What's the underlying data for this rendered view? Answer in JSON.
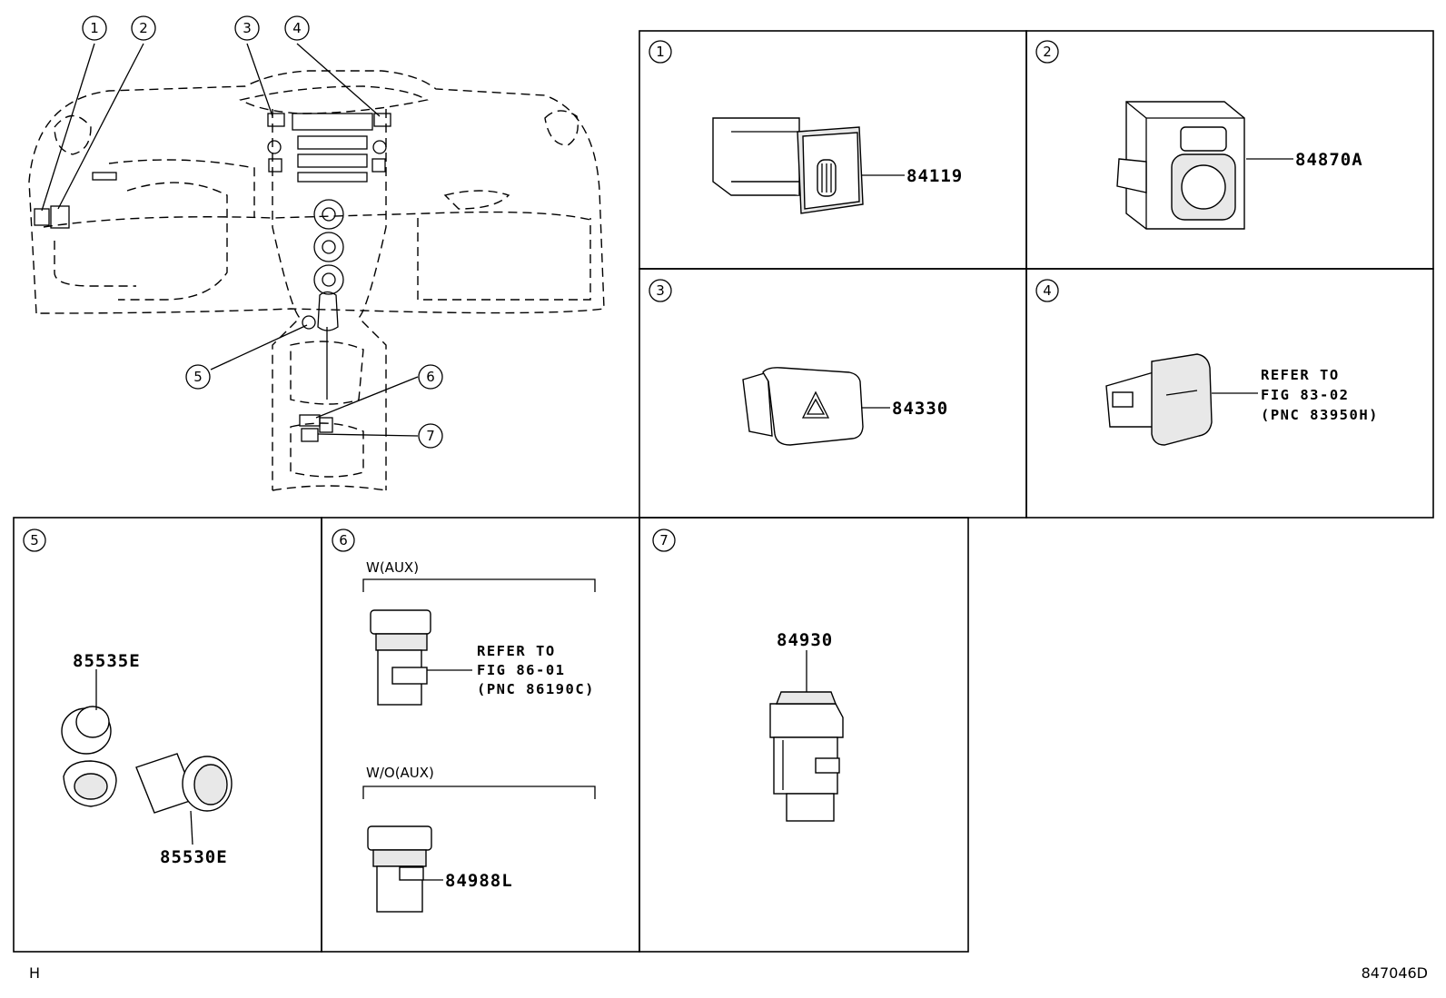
{
  "overview": {
    "callouts": [
      "1",
      "2",
      "3",
      "4",
      "5",
      "6",
      "7"
    ]
  },
  "panels": [
    {
      "num": "1",
      "part_number": "84119"
    },
    {
      "num": "2",
      "part_number": "84870A"
    },
    {
      "num": "3",
      "part_number": "84330"
    },
    {
      "num": "4",
      "refer": [
        "REFER TO",
        "FIG 83-02",
        "(PNC 83950H)"
      ]
    },
    {
      "num": "5",
      "part_numbers": [
        "85535E",
        "85530E"
      ]
    },
    {
      "num": "6",
      "variants": [
        {
          "label": "W(AUX)",
          "refer": [
            "REFER TO",
            "FIG 86-01",
            "(PNC 86190C)"
          ]
        },
        {
          "label": "W/O(AUX)",
          "part_number": "84988L"
        }
      ]
    },
    {
      "num": "7",
      "part_number": "84930"
    }
  ],
  "footer": {
    "left": "H",
    "right": "847046D"
  }
}
